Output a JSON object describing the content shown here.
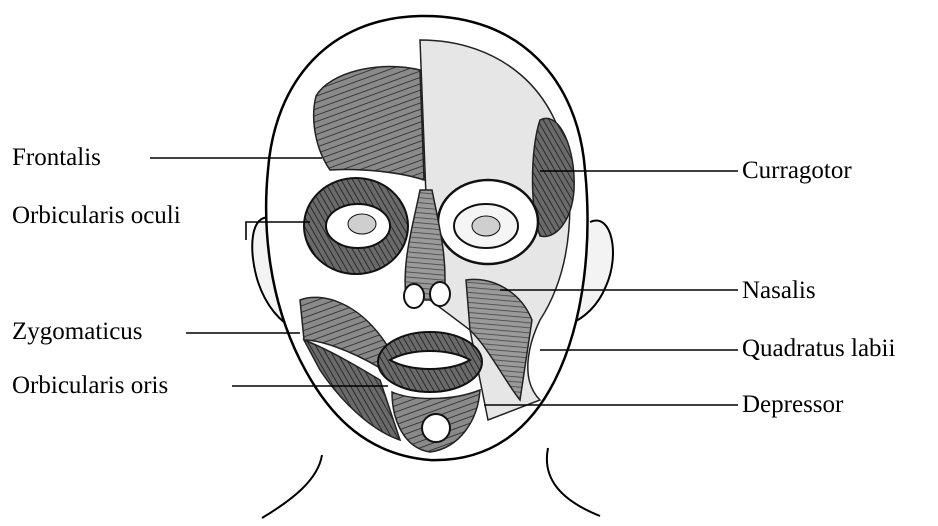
{
  "labels": {
    "frontalis": "Frontalis",
    "orbicularis_oculi": "Orbicularis oculi",
    "zygomaticus": "Zygomaticus",
    "orbicularis_oris": "Orbicularis oris",
    "curragotor": "Curragotor",
    "nasalis": "Nasalis",
    "quadratus_labii": "Quadratus labii",
    "depressor": "Depressor"
  },
  "colors": {
    "ink": "#000000",
    "muscle_dark": "#4a4a4a",
    "muscle_mid": "#8a8a8a",
    "bone_light": "#e6e6e6",
    "background": "#ffffff"
  }
}
